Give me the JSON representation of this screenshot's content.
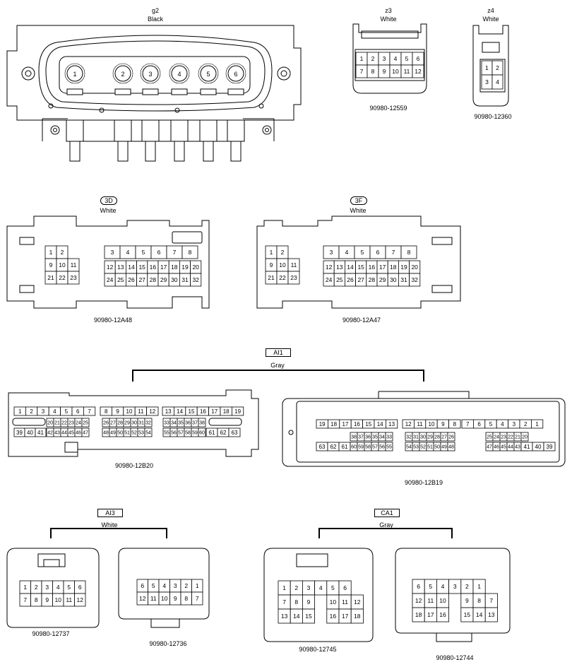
{
  "g2": {
    "code": "g2",
    "color": "Black",
    "pins": [
      "1",
      "2",
      "3",
      "4",
      "5",
      "6"
    ]
  },
  "z3": {
    "code": "z3",
    "color": "White",
    "part": "90980-12559",
    "rows": [
      [
        "1",
        "2",
        "3",
        "4",
        "5",
        "6"
      ],
      [
        "7",
        "8",
        "9",
        "10",
        "11",
        "12"
      ]
    ]
  },
  "z4": {
    "code": "z4",
    "color": "White",
    "part": "90980-12360",
    "rows": [
      [
        "1",
        "2"
      ],
      [
        "3",
        "4"
      ]
    ]
  },
  "c3d": {
    "code": "3D",
    "color": "White",
    "part": "90980-12A48",
    "left_rows": [
      [
        "1",
        "2",
        ""
      ],
      [
        "9",
        "10",
        "11"
      ],
      [
        "21",
        "22",
        "23"
      ]
    ],
    "right_rows": [
      [
        "3",
        "4",
        "5",
        "6",
        "7",
        "8"
      ],
      [
        "12",
        "13",
        "14",
        "15",
        "16",
        "17",
        "18",
        "19",
        "20"
      ],
      [
        "24",
        "25",
        "26",
        "27",
        "28",
        "29",
        "30",
        "31",
        "32"
      ]
    ]
  },
  "c3f": {
    "code": "3F",
    "color": "White",
    "part": "90980-12A47",
    "left_rows": [
      [
        "1",
        "2",
        ""
      ],
      [
        "9",
        "10",
        "11"
      ],
      [
        "21",
        "22",
        "23"
      ]
    ],
    "right_rows": [
      [
        "3",
        "4",
        "5",
        "6",
        "7",
        "8"
      ],
      [
        "12",
        "13",
        "14",
        "15",
        "16",
        "17",
        "18",
        "19",
        "20"
      ],
      [
        "24",
        "25",
        "26",
        "27",
        "28",
        "29",
        "30",
        "31",
        "32"
      ]
    ]
  },
  "ai1": {
    "code": "AI1",
    "color": "Gray",
    "left_part": "90980-12B20",
    "left_top": [
      "1",
      "2",
      "3",
      "4",
      "5",
      "6",
      "7",
      "8",
      "9",
      "10",
      "11",
      "12",
      "13",
      "14",
      "15",
      "16",
      "17",
      "18",
      "19"
    ],
    "left_bottom": [
      "39",
      "40",
      "41",
      "42",
      "43",
      "44",
      "45",
      "46",
      "47",
      "48",
      "49",
      "50",
      "51",
      "52",
      "53",
      "54",
      "55",
      "56",
      "57",
      "58",
      "59",
      "60",
      "61",
      "62",
      "63"
    ],
    "left_bottom_small_top": [
      "20",
      "21",
      "22",
      "23",
      "24",
      "25",
      "26",
      "27",
      "28",
      "29",
      "30",
      "31",
      "32",
      "33",
      "34",
      "35",
      "36",
      "37",
      "38"
    ],
    "right_part": "90980-12B19",
    "right_top": [
      "19",
      "18",
      "17",
      "16",
      "15",
      "14",
      "13",
      "12",
      "11",
      "10",
      "9",
      "8",
      "7",
      "6",
      "5",
      "4",
      "3",
      "2",
      "1"
    ],
    "right_mid": [
      "38",
      "37",
      "36",
      "35",
      "34",
      "33",
      "32",
      "31",
      "30",
      "29",
      "28",
      "27",
      "26",
      "25",
      "24",
      "23",
      "22",
      "21",
      "20"
    ],
    "right_bottom": [
      "63",
      "62",
      "61",
      "60",
      "59",
      "58",
      "57",
      "56",
      "55",
      "54",
      "53",
      "52",
      "51",
      "50",
      "49",
      "48",
      "47",
      "46",
      "45",
      "44",
      "43",
      "42",
      "41",
      "40",
      "39"
    ]
  },
  "ai3": {
    "code": "AI3",
    "color": "White",
    "left_part": "90980-12737",
    "left_rows": [
      [
        "1",
        "2",
        "3",
        "4",
        "5",
        "6"
      ],
      [
        "7",
        "8",
        "9",
        "10",
        "11",
        "12"
      ]
    ],
    "right_part": "90980-12736",
    "right_rows": [
      [
        "6",
        "5",
        "4",
        "3",
        "2",
        "1"
      ],
      [
        "12",
        "11",
        "10",
        "9",
        "8",
        "7"
      ]
    ]
  },
  "ca1": {
    "code": "CA1",
    "color": "Gray",
    "left_part": "90980-12745",
    "left_rows": [
      [
        "1",
        "2",
        "3",
        "4",
        "5",
        "6"
      ],
      [
        "7",
        "8",
        "9",
        "",
        "10",
        "11",
        "12"
      ],
      [
        "13",
        "14",
        "15",
        "",
        "16",
        "17",
        "18"
      ]
    ],
    "right_part": "90980-12744",
    "right_rows": [
      [
        "6",
        "5",
        "4",
        "3",
        "2",
        "1"
      ],
      [
        "12",
        "11",
        "10",
        "",
        "9",
        "8",
        "7"
      ],
      [
        "18",
        "17",
        "16",
        "",
        "15",
        "14",
        "13"
      ]
    ]
  }
}
